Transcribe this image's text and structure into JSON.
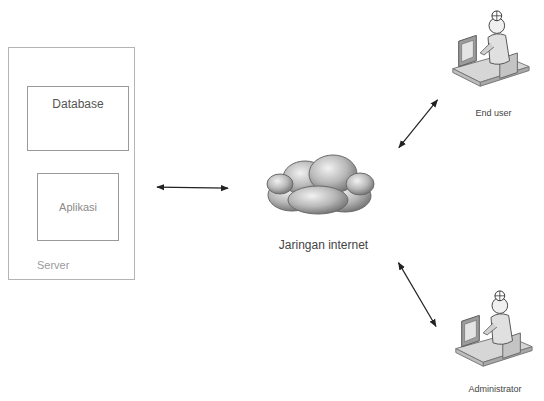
{
  "diagram": {
    "nodes": [
      {
        "text": [
          "Server"
        ]
      },
      {
        "text": [
          "Database"
        ],
        "in": 0
      },
      {
        "text": [
          "Aplikasi"
        ],
        "in": 0
      },
      {
        "text": [
          "Jaringan internet"
        ]
      },
      {
        "text": [
          "End user"
        ]
      },
      {
        "text": [
          "Administrator"
        ]
      }
    ],
    "edges": [
      {
        "from": 0,
        "to": 3,
        "arrow": "both"
      },
      {
        "from": 3,
        "to": 4,
        "arrow": "both"
      },
      {
        "from": 3,
        "to": 5,
        "arrow": "both"
      }
    ]
  }
}
